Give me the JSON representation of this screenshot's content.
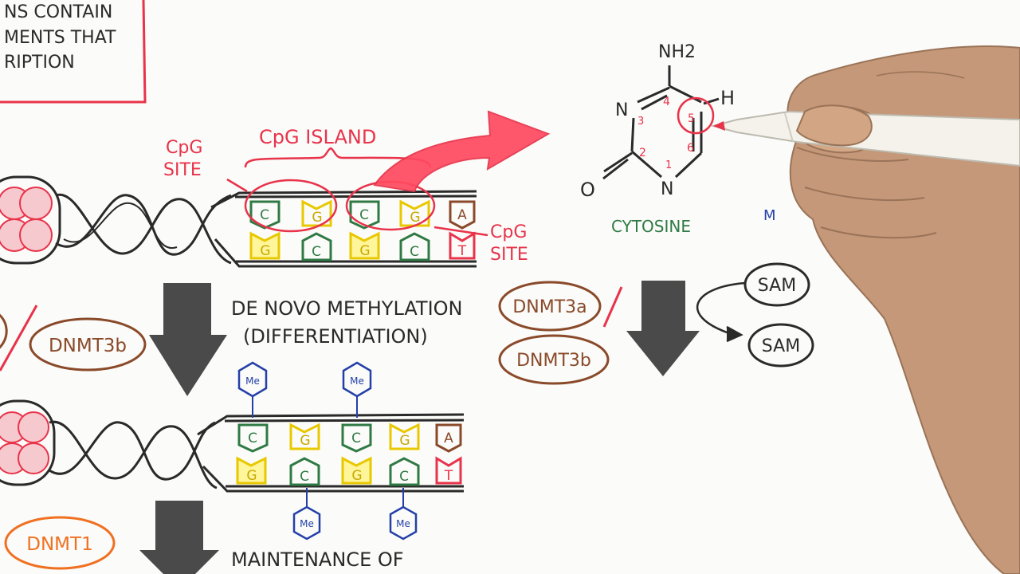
{
  "note_box": {
    "line1": "NS CONTAIN",
    "line2": "MENTS THAT",
    "line3": "RIPTION"
  },
  "cpg": {
    "site_left_1": "CpG",
    "site_left_2": "SITE",
    "island": "CpG ISLAND",
    "site_right_1": "CpG",
    "site_right_2": "SITE"
  },
  "strand1": {
    "top": [
      "C",
      "G",
      "C",
      "G",
      "A"
    ],
    "bottom": [
      "G",
      "C",
      "G",
      "C",
      "T"
    ]
  },
  "strand2": {
    "top": [
      "C",
      "G",
      "C",
      "G",
      "A"
    ],
    "bottom": [
      "G",
      "C",
      "G",
      "C",
      "T"
    ],
    "me_label": "Me"
  },
  "process": {
    "de_novo_1": "DE NOVO METHYLATION",
    "de_novo_2": "(DIFFERENTIATION)",
    "maintenance": "MAINTENANCE OF"
  },
  "enzymes": {
    "dnmt3b_left": "DNMT3b",
    "dnmt3a_right": "DNMT3a",
    "dnmt3b_right": "DNMT3b",
    "dnmt1": "DNMT1",
    "sam1": "SAM",
    "sam2": "SAM"
  },
  "molecule": {
    "nh2": "NH2",
    "n_top": "N",
    "n_bottom": "N",
    "o": "O",
    "h": "H",
    "pos1": "1",
    "pos2": "2",
    "pos3": "3",
    "pos4": "4",
    "pos5": "5",
    "pos6": "6",
    "name": "CYTOSINE",
    "partial_label": "M"
  },
  "colors": {
    "red": "#e8334a",
    "green": "#2f7a44",
    "yellow": "#e8c800",
    "brown": "#8a4a2a",
    "orange": "#f07020",
    "blue": "#2440a8",
    "grey_arrow": "#4a4a4a",
    "ink": "#2a2a2a"
  }
}
